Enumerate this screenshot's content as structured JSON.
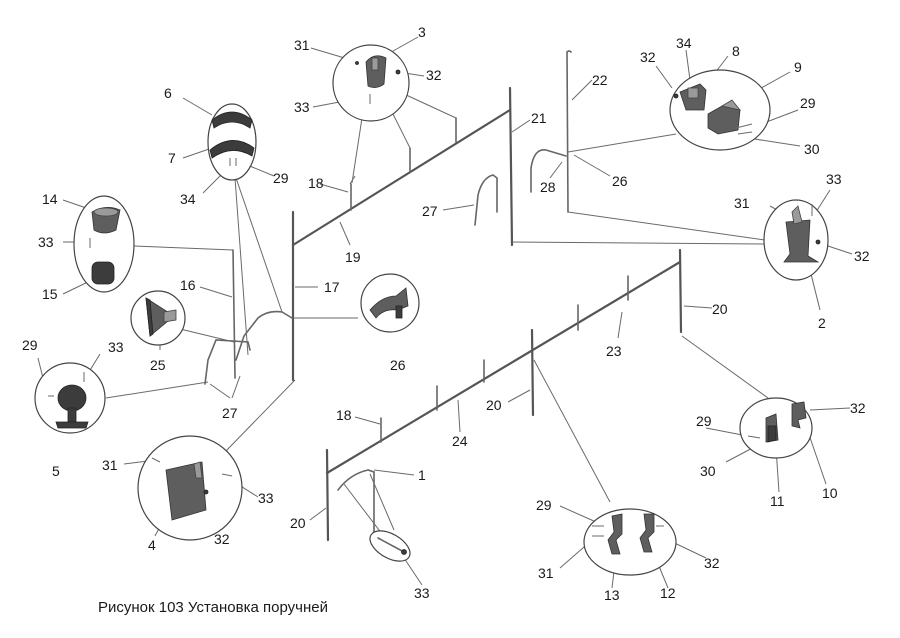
{
  "caption": "Рисунок 103  Установка поручней",
  "labels": {
    "l1": "1",
    "l2": "2",
    "l3": "3",
    "l4": "4",
    "l5": "5",
    "l6": "6",
    "l7": "7",
    "l8": "8",
    "l9": "9",
    "l10": "10",
    "l11": "11",
    "l12": "12",
    "l13": "13",
    "l14": "14",
    "l15": "15",
    "l16": "16",
    "l17": "17",
    "l18": "18",
    "l19": "19",
    "l20": "20",
    "l21": "21",
    "l22": "22",
    "l23": "23",
    "l24": "24",
    "l25": "25",
    "l26": "26",
    "l27": "27",
    "l28": "28",
    "l29": "29",
    "l30": "30",
    "l31": "31",
    "l32": "32",
    "l33": "33",
    "l34": "34"
  }
}
